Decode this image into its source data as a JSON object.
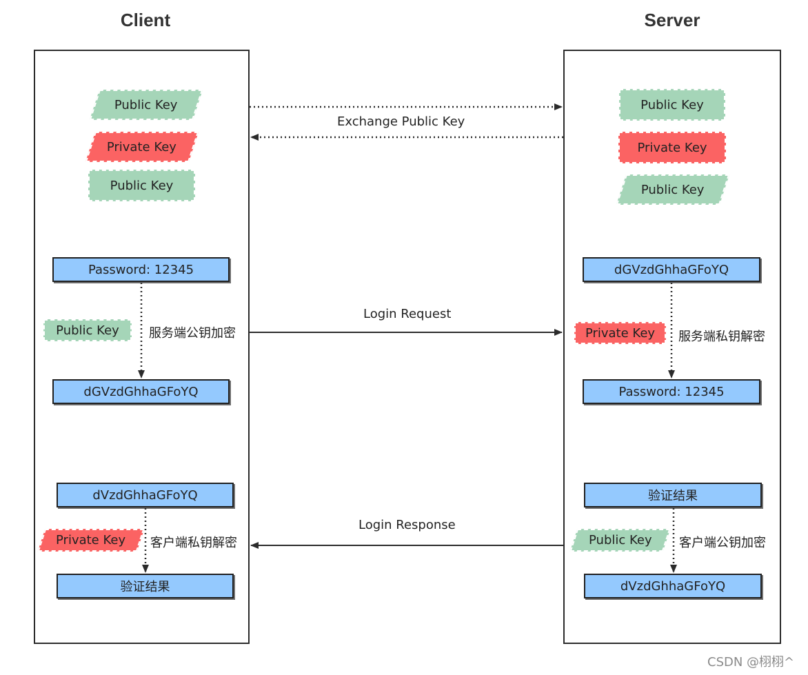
{
  "client_title": "Client",
  "server_title": "Server",
  "client": {
    "keys": [
      "Public Key",
      "Private Key",
      "Public Key"
    ],
    "password_box": "Password: 12345",
    "public_key_tag": "Public Key",
    "encrypt_label": "服务端公钥加密",
    "cipher_box": "dGVzdGhhaGFoYQ",
    "response_box": "dVzdGhhaGFoYQ",
    "private_key_tag": "Private Key",
    "decrypt_label": "客户端私钥解密",
    "result_box": "验证结果"
  },
  "server": {
    "keys": [
      "Public Key",
      "Private Key",
      "Public Key"
    ],
    "cipher_box": "dGVzdGhhaGFoYQ",
    "private_key_tag": "Private Key",
    "decrypt_label": "服务端私钥解密",
    "password_box": "Password: 12345",
    "result_box": "验证结果",
    "public_key_tag": "Public Key",
    "encrypt_label": "客户端公钥加密",
    "response_box": "dVzdGhhaGFoYQ"
  },
  "arrows": {
    "exchange": "Exchange Public Key",
    "login_request": "Login Request",
    "login_response": "Login Response"
  },
  "watermark": "CSDN @栩栩^"
}
